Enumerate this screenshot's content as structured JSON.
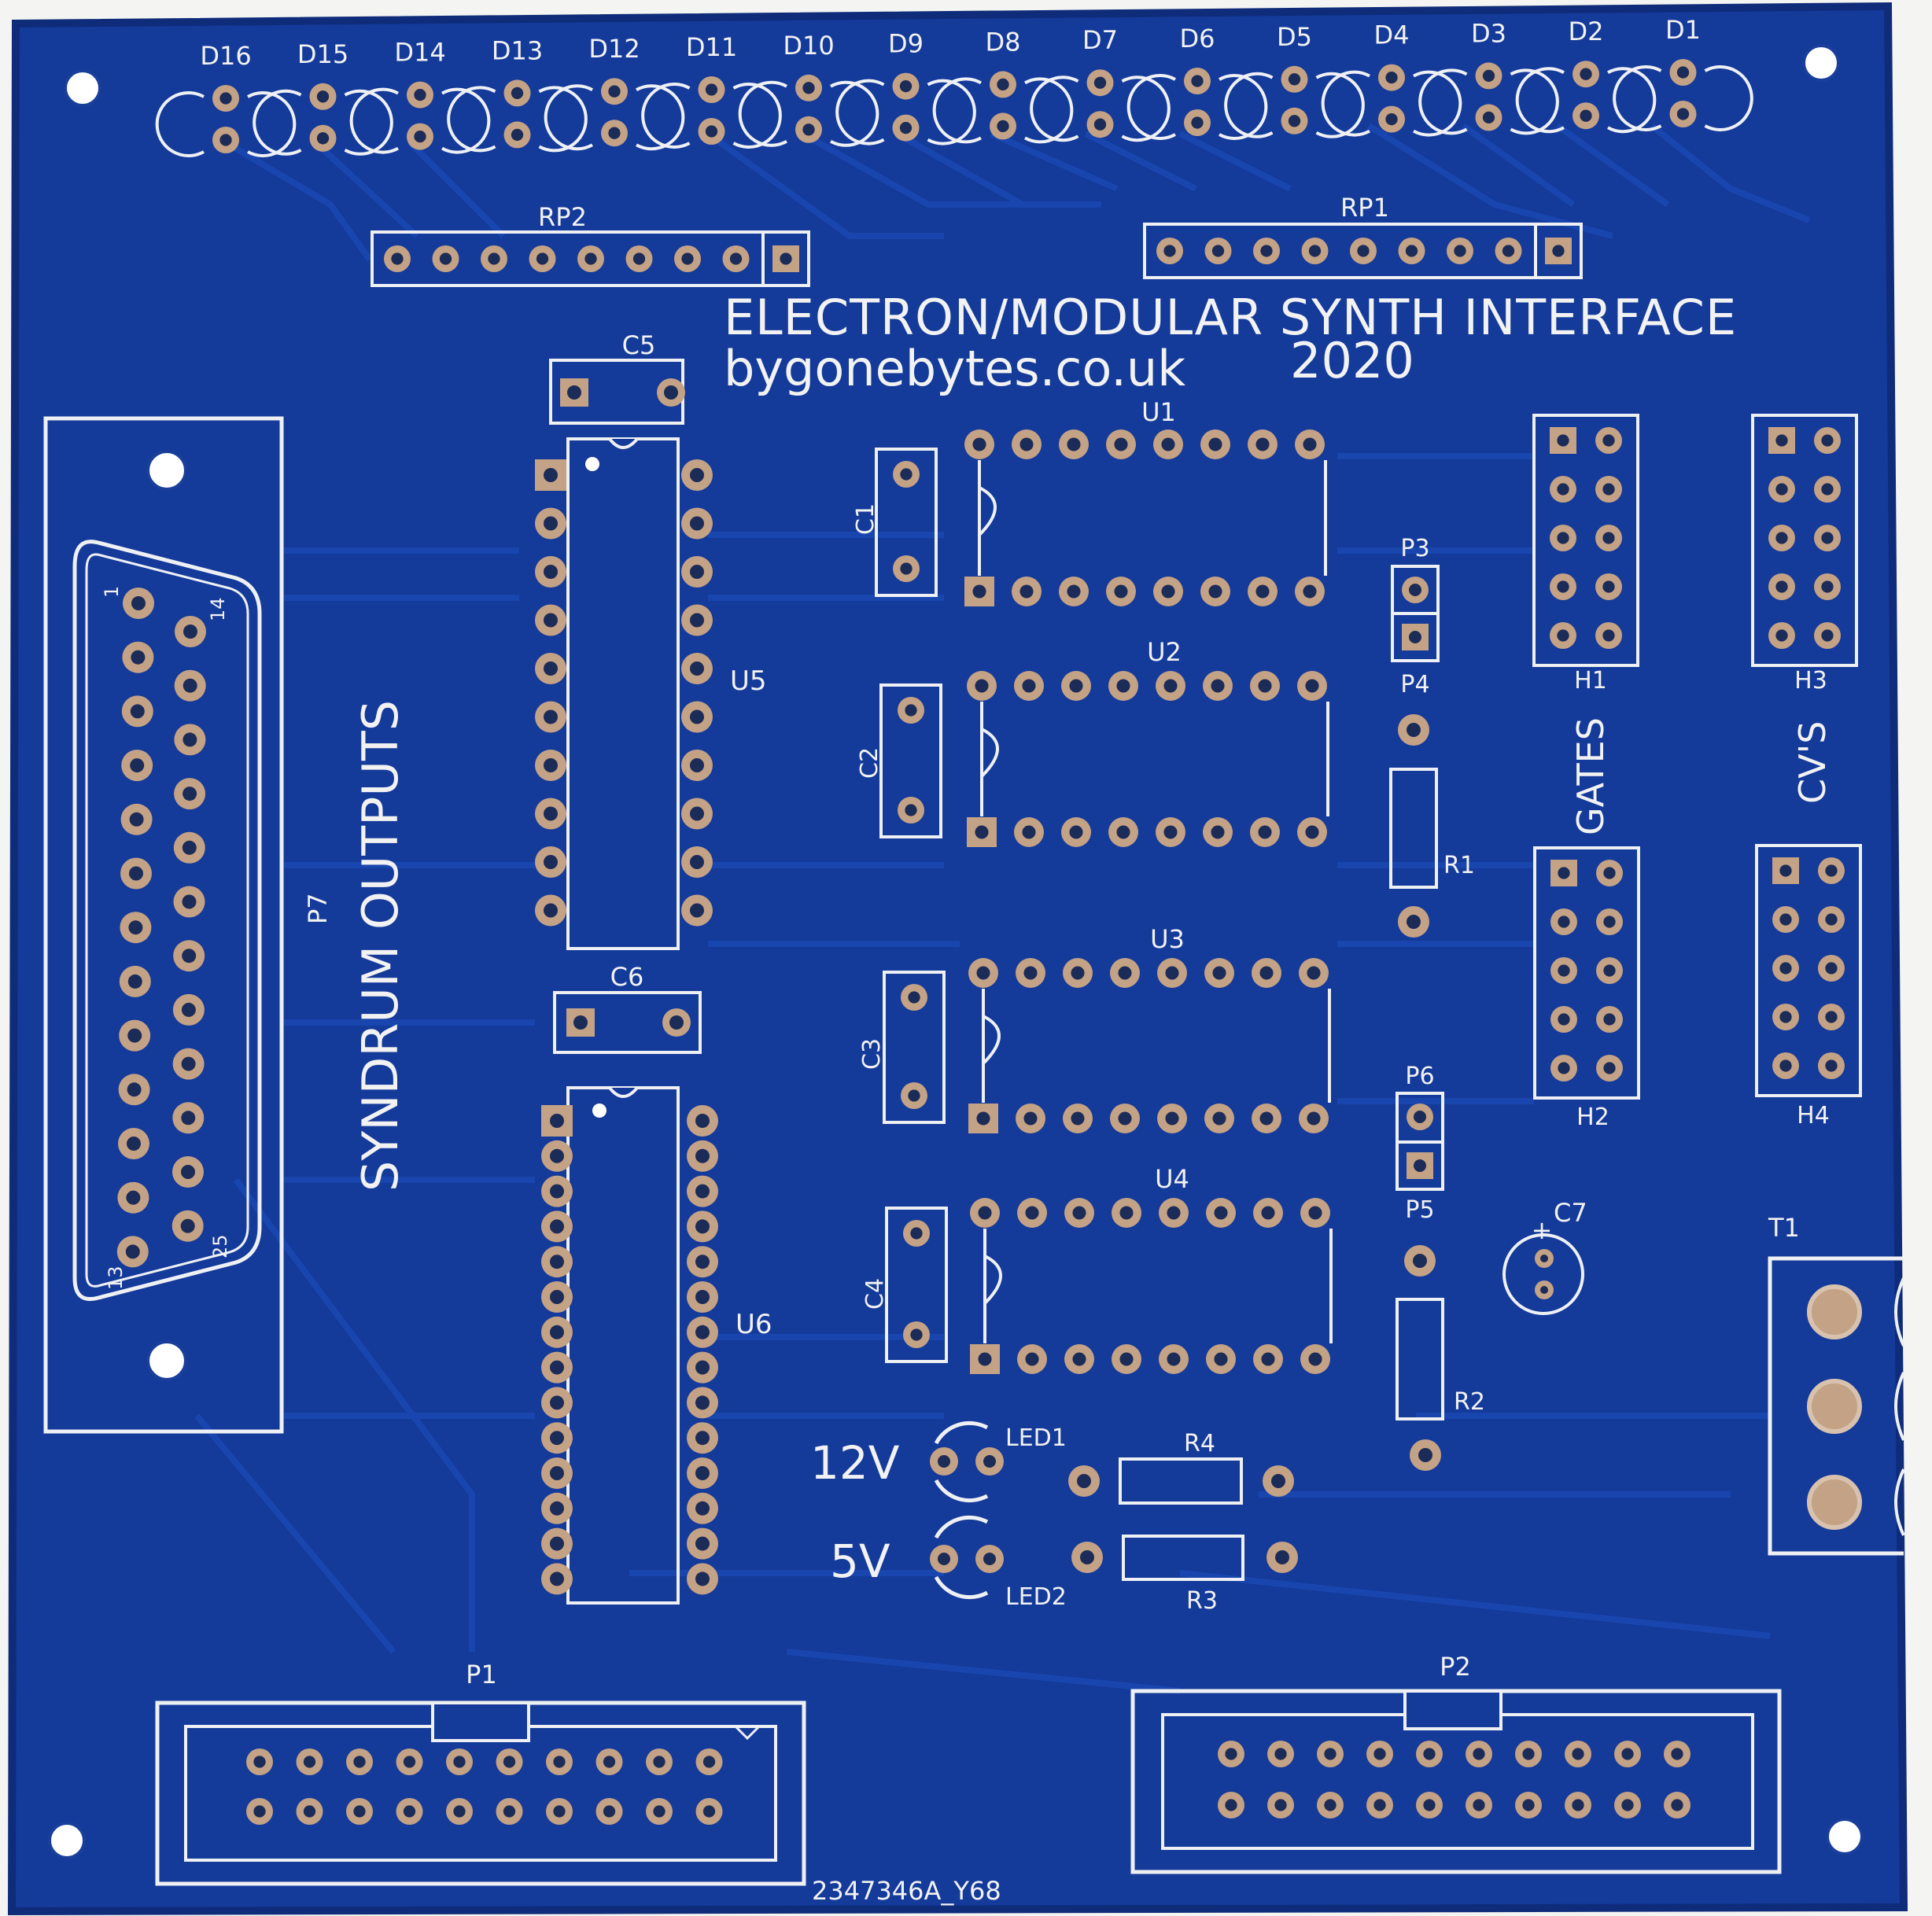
{
  "board": {
    "title": "ELECTRON/MODULAR SYNTH INTERFACE",
    "site": "bygonebytes.co.uk",
    "year": "2020",
    "side_label": "SYNDRUM OUTPUTS",
    "code": "2347346A_Y68",
    "colors": {
      "substrate": "#143a9a",
      "silkscreen": "#f2f2f2",
      "pad": "#c4a285",
      "background": "#f4f4f2"
    }
  },
  "leds": [
    "D16",
    "D15",
    "D14",
    "D13",
    "D12",
    "D11",
    "D10",
    "D9",
    "D8",
    "D7",
    "D6",
    "D5",
    "D4",
    "D3",
    "D2",
    "D1"
  ],
  "labels": {
    "rp2": "RP2",
    "rp1": "RP1",
    "c5": "C5",
    "c6": "C6",
    "u1": "U1",
    "u2": "U2",
    "u3": "U3",
    "u4": "U4",
    "u5": "U5",
    "u6": "U6",
    "c1": "C1",
    "c2": "C2",
    "c3": "C3",
    "c4": "C4",
    "c7": "C7",
    "c7_polarity": "+",
    "p1": "P1",
    "p2": "P2",
    "p3": "P3",
    "p4": "P4",
    "p5": "P5",
    "p6": "P6",
    "p7": "P7",
    "r1": "R1",
    "r2": "R2",
    "r3": "R3",
    "r4": "R4",
    "h1": "H1",
    "h2": "H2",
    "h3": "H3",
    "h4": "H4",
    "gates": "GATES",
    "cvs": "CV'S",
    "t1": "T1",
    "led1": "LED1",
    "led2": "LED2",
    "v12": "12V",
    "v5": "5V",
    "pin1": "1",
    "pin13": "13",
    "pin14": "14",
    "pin25": "25"
  }
}
